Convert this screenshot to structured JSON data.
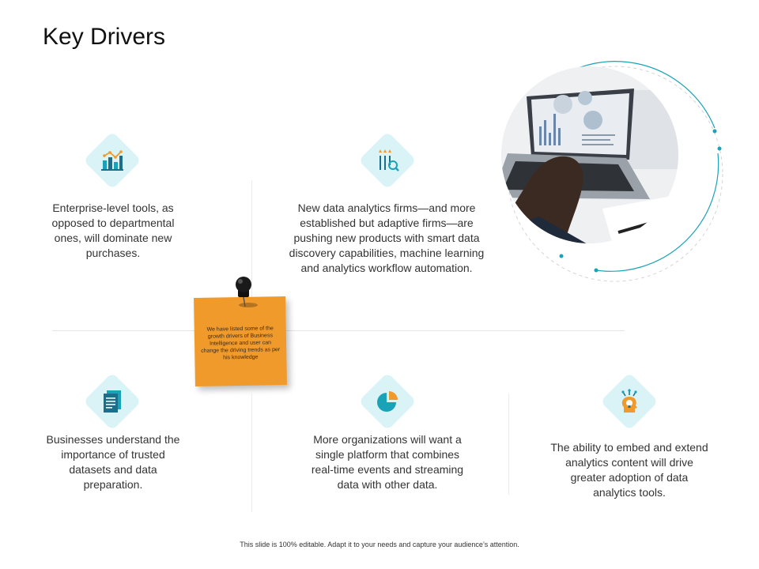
{
  "title": "Key Drivers",
  "drivers": [
    {
      "text": "Enterprise-level tools, as opposed to departmental ones, will dominate new purchases.",
      "icon": "bar-chart-icon"
    },
    {
      "text": "New data analytics firms—and more established but adaptive firms—are pushing new products with smart data discovery capabilities, machine learning and analytics workflow automation.",
      "icon": "data-discovery-icon"
    },
    {
      "text": "Businesses understand the importance of trusted datasets and data preparation.",
      "icon": "document-icon"
    },
    {
      "text": "More organizations will want a single platform that combines real-time events and streaming data with other data.",
      "icon": "pie-chart-icon"
    },
    {
      "text": "The ability to embed and extend analytics content will drive greater adoption of data analytics tools.",
      "icon": "idea-head-icon"
    }
  ],
  "note": {
    "text": "We have listed some of the growth drivers of Business Intelligence and user can change the driving trends as per his knowledge"
  },
  "footer": "This slide is 100% editable. Adapt it to your needs and capture your audience’s attention.",
  "colors": {
    "accent": "#1aa3b8",
    "icon_bg": "#d9f3f7",
    "note": "#f19a2c"
  }
}
